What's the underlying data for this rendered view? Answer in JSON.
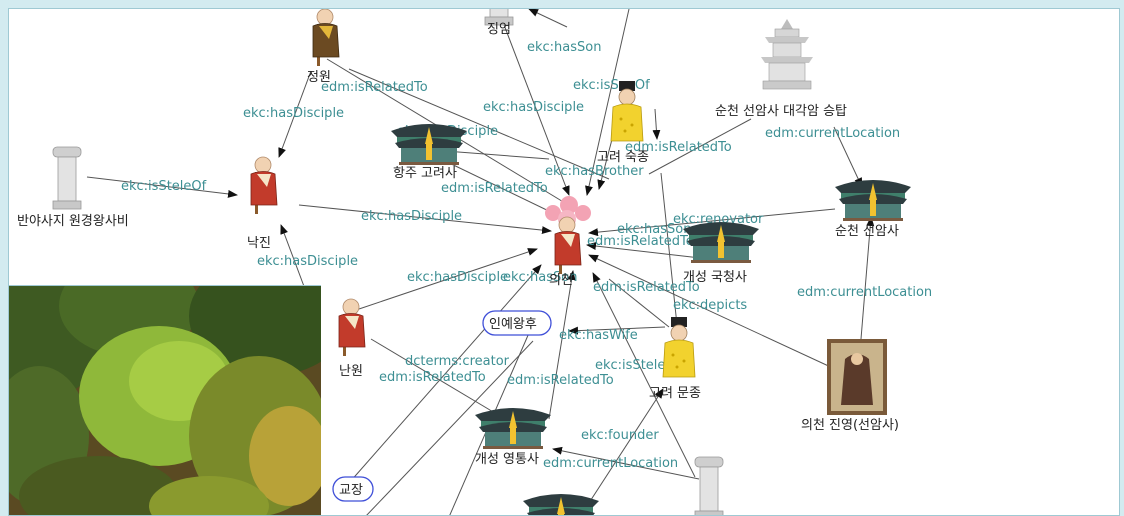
{
  "nodes": {
    "jeongwon": "정원",
    "jing": "징엄",
    "banya": "반야사지 원경왕사비",
    "nakjin": "낙진",
    "hangju": "항주 고려사",
    "goryeo_sukjong": "고려 숙종",
    "suncheon_tower": "순천 선암사 대각암 승탑",
    "suncheon_seonam": "순천 선암사",
    "uicheon": "의천",
    "gukcheongsa": "개성 국청사",
    "inye": "인예왕후",
    "nanwon": "난원",
    "munjong": "고려 문종",
    "portrait": "의천 진영(선암사)",
    "yeongtongsa": "개성 영통사",
    "gyojang": "교장"
  },
  "edges": {
    "e1": "ekc:hasSon",
    "e2": "ekc:isSonOf",
    "e3": "edm:isRelatedTo",
    "e4": "ekc:hasDisciple",
    "e5": "ekc:hasDisciple",
    "e6": "edm:isRelatedTo",
    "e7": "ekc:hasDisciple",
    "e8": "edm:currentLocation",
    "e9": "ekc:isSteleOf",
    "e10": "ekc:hasBrother",
    "e11": "edm:isRelatedTo",
    "e12": "ekc:hasDisciple",
    "e13": "ekc:renovator",
    "e14": "ekc:hasSon",
    "e15": "edm:isRelatedTo",
    "e16": "ekc:hasDisciple",
    "e17": "ekc:hasDisciple",
    "e18": "ekc:hasSon",
    "e19": "edm:isRelatedTo",
    "e20": "ekc:depicts",
    "e21": "edm:currentLocation",
    "e22": "ekc:hasWife",
    "e23": "dcterms:creator",
    "e24": "edm:isRelatedTo",
    "e25": "edm:isRelatedTo",
    "e26": "ekc:isSteleOf",
    "e27": "ekc:founder",
    "e28": "edm:currentLocation"
  },
  "colors": {
    "edge_label": "#3d8f93",
    "pill_border": "#3f4fd8",
    "canvas_border": "#9fc9d3",
    "frame": "#d3ebf0"
  },
  "icons": [
    "monk-icon",
    "stele-icon",
    "temple-icon",
    "king-icon",
    "stupa-icon",
    "portrait-icon",
    "lotus-monk-icon"
  ]
}
